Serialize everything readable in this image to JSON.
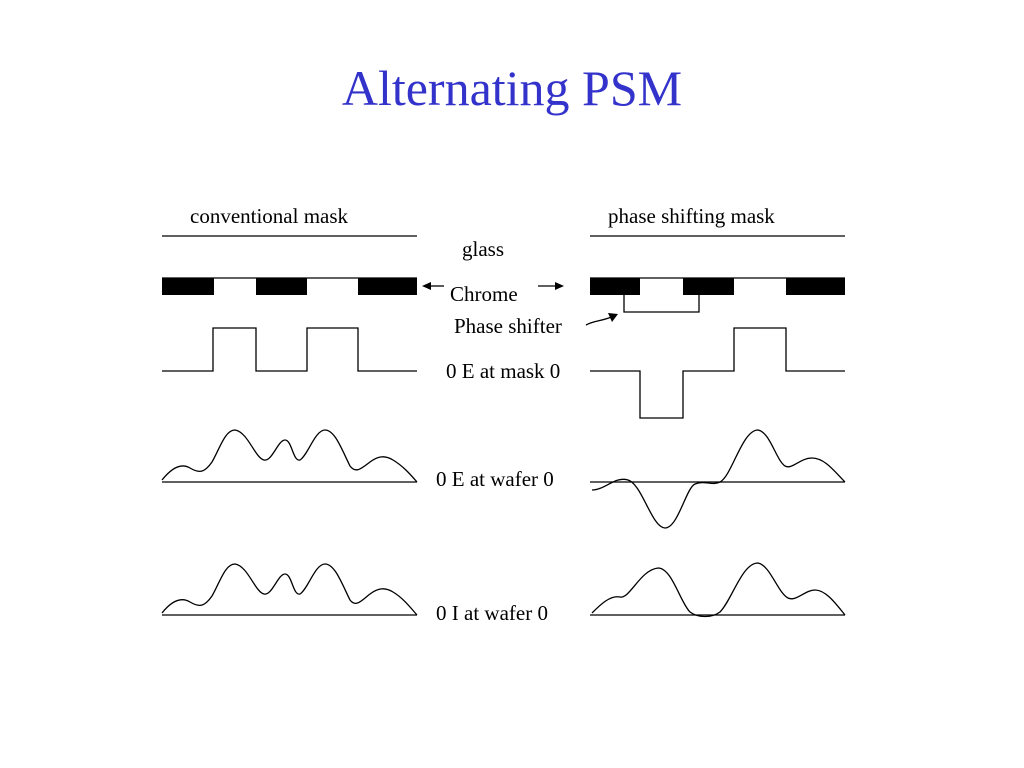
{
  "slide": {
    "title": "Alternating PSM",
    "title_color": "#3333cc"
  },
  "labels": {
    "conventional": "conventional mask",
    "phase_shifting": "phase shifting mask",
    "glass": "glass",
    "chrome": "Chrome",
    "phase_shifter": "Phase shifter",
    "e_mask": "0 E at mask  0",
    "e_wafer": "0 E at wafer  0",
    "i_wafer": "0 I at wafer  0"
  }
}
